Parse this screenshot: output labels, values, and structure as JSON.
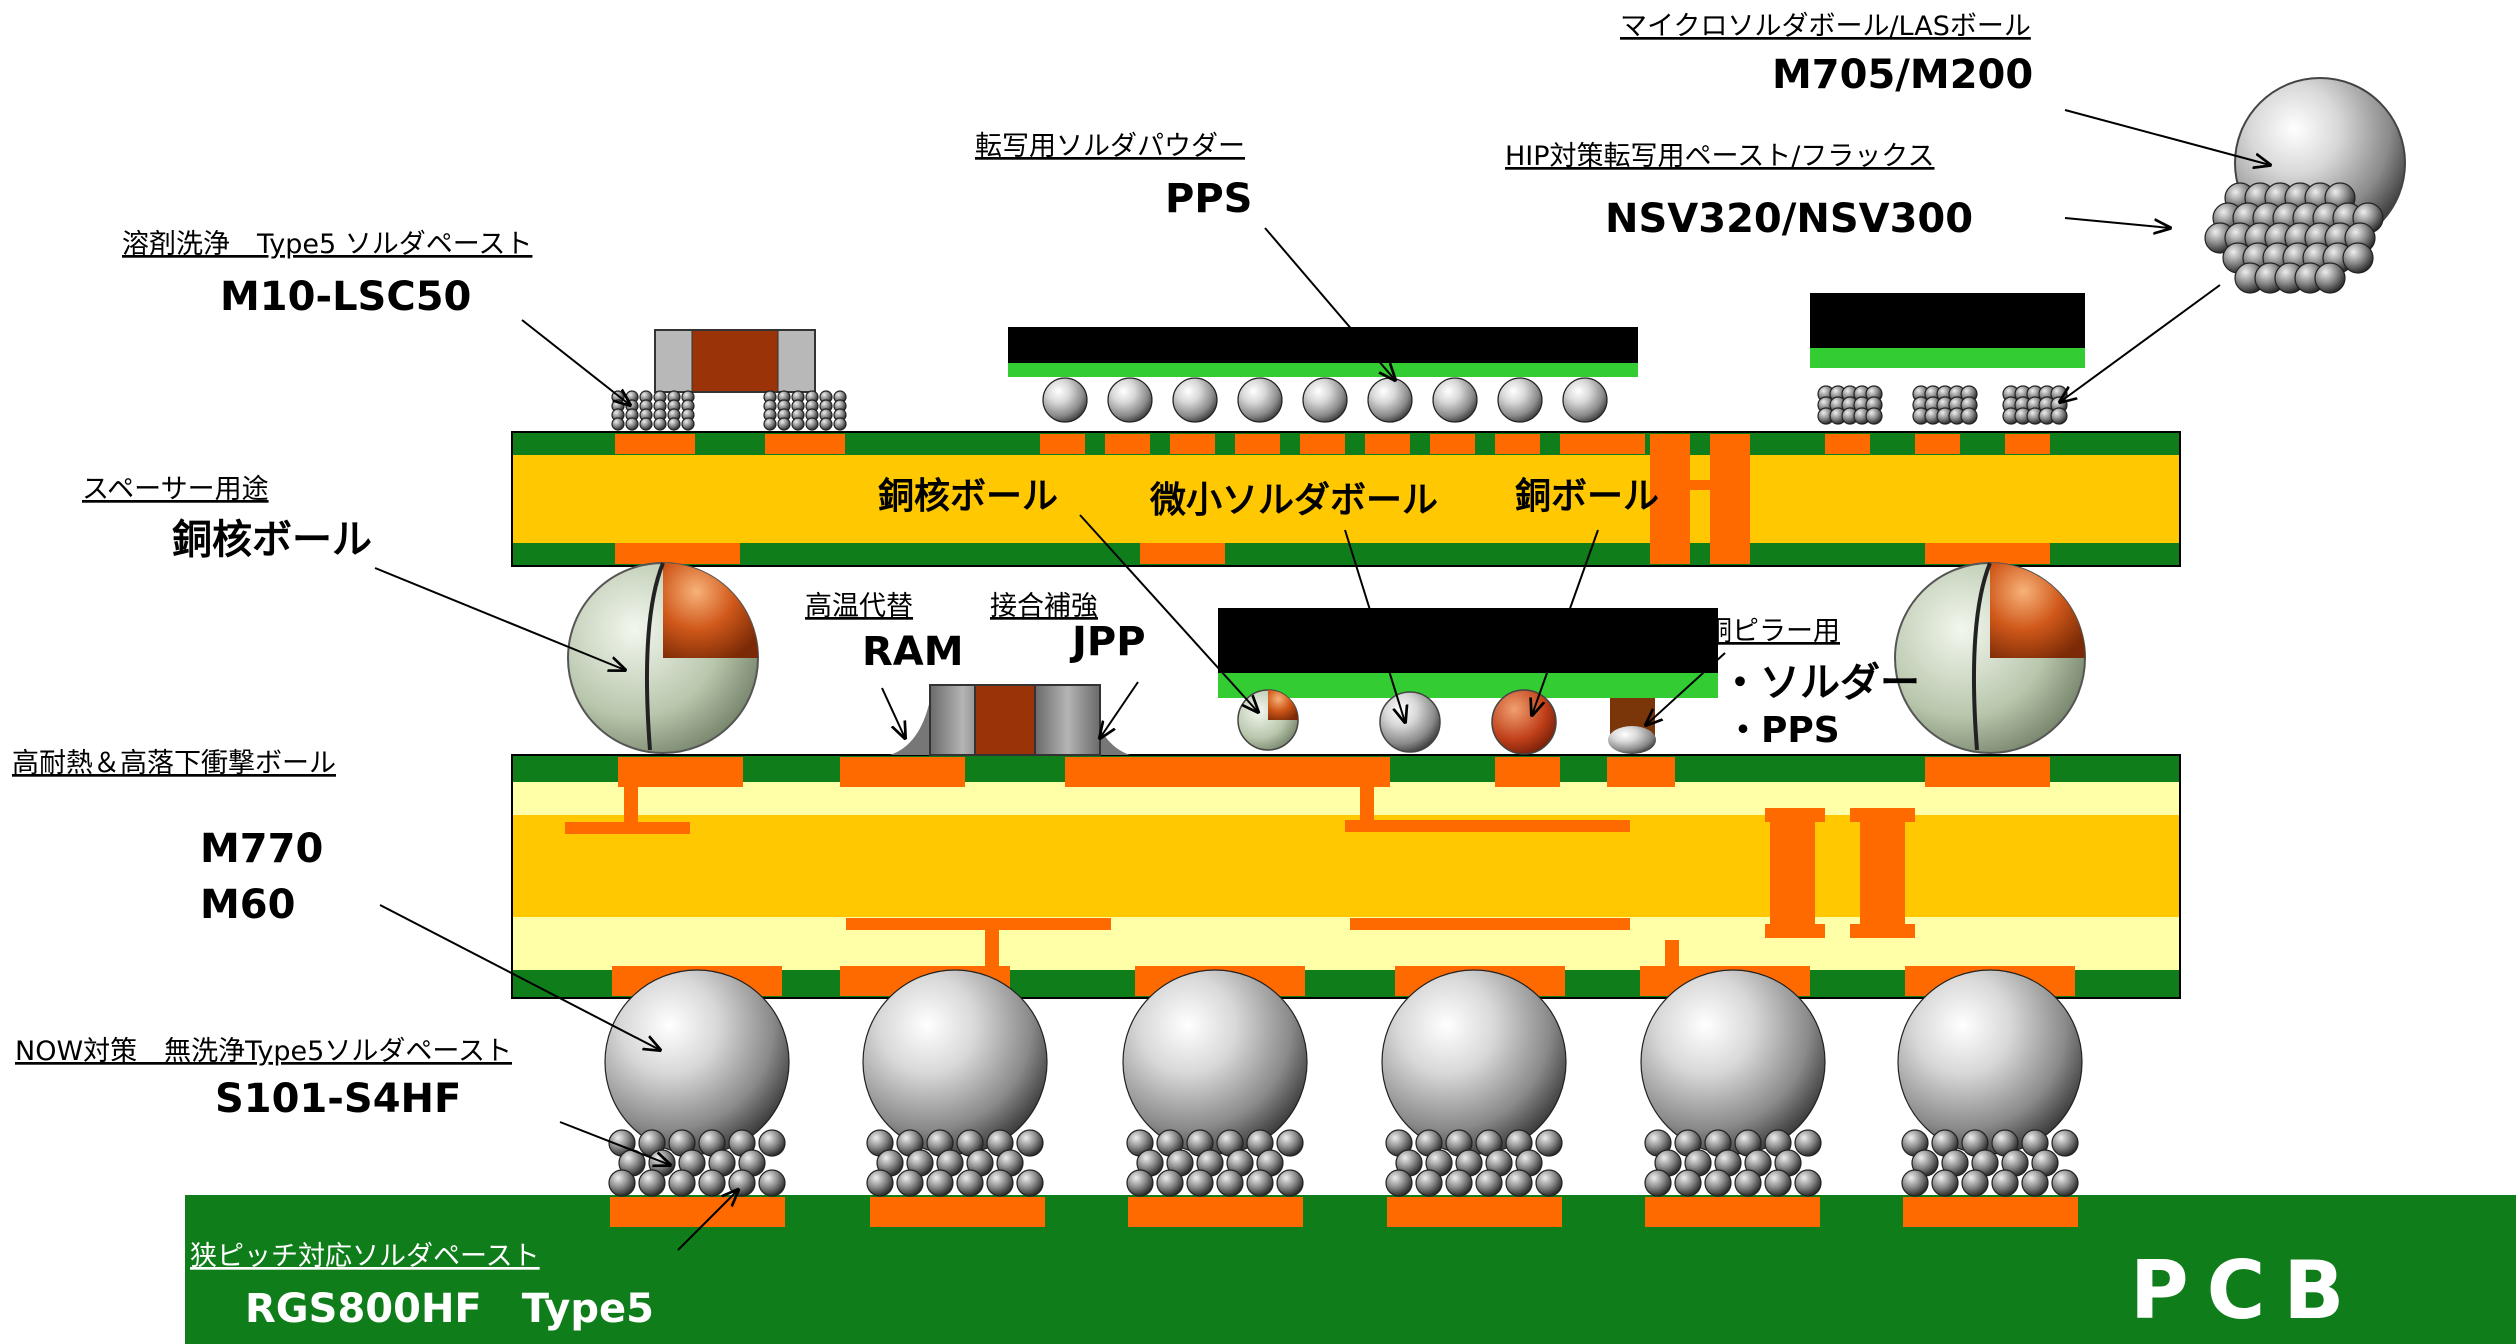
{
  "colors": {
    "board_green": "#0f7d1a",
    "core_yellow": "#ffc800",
    "light_yellow": "#ffffa8",
    "pad_orange": "#ff6a00",
    "chip_black": "#000000",
    "chip_green": "#33cc33"
  },
  "labels": {
    "micro_ball_caption": "マイクロソルダボール/LASボール",
    "micro_ball_product": "M705/M200",
    "hip_caption": "HIP対策転写用ペースト/フラックス",
    "hip_product": "NSV320/NSV300",
    "transfer_powder_caption": "転写用ソルダパウダー",
    "transfer_powder_product": "PPS",
    "solvent_caption": "溶剤洗浄　Type5 ソルダペースト",
    "solvent_product": "M10-LSC50",
    "spacer_caption": "スペーサー用途",
    "spacer_product": "銅核ボール",
    "cu_core_ball": "銅核ボール",
    "micro_solder_ball": "微小ソルダボール",
    "cu_ball": "銅ボール",
    "high_temp_caption": "高温代替",
    "joint_caption": "接合補強",
    "ram_product": "RAM",
    "jpp_product": "JPP",
    "cu_pillar_caption": "銅ピラー用",
    "cu_pillar_item1": "・ソルダー",
    "cu_pillar_item2": "・PPS",
    "heat_caption": "高耐熱＆高落下衝撃ボール",
    "heat_product1": "M770",
    "heat_product2": "M60",
    "now_caption": "NOW対策　無洗浄Type5ソルダペースト",
    "now_product": "S101-S4HF",
    "narrow_caption": "狭ピッチ対応ソルダペースト",
    "narrow_product": "RGS800HF　Type5",
    "pcb": "PCB"
  }
}
